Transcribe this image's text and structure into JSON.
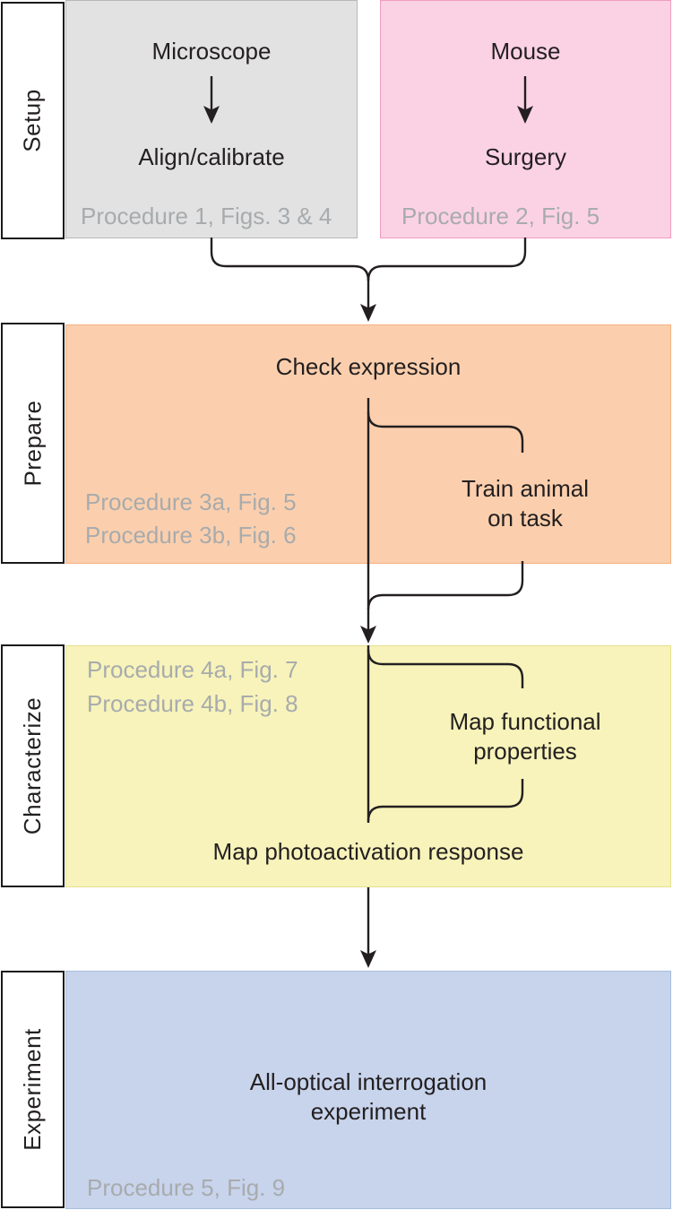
{
  "setup": {
    "label": "Setup",
    "gray_box": {
      "top": "Microscope",
      "bottom": "Align/calibrate",
      "procedure": "Procedure 1, Figs. 3 & 4"
    },
    "pink_box": {
      "top": "Mouse",
      "bottom": "Surgery",
      "procedure": "Procedure 2, Fig. 5"
    }
  },
  "prepare": {
    "label": "Prepare",
    "check_expression": "Check expression",
    "train_animal": {
      "line1": "Train animal",
      "line2": "on task"
    },
    "procedures": [
      "Procedure 3a, Fig. 5",
      "Procedure 3b, Fig. 6"
    ]
  },
  "characterize": {
    "label": "Characterize",
    "procedures": [
      "Procedure 4a, Fig. 7",
      "Procedure 4b, Fig. 8"
    ],
    "map_functional": {
      "line1": "Map functional",
      "line2": "properties"
    },
    "map_photoactivation": "Map photoactivation response"
  },
  "experiment": {
    "label": "Experiment",
    "title": {
      "line1": "All-optical interrogation",
      "line2": "experiment"
    },
    "procedure": "Procedure 5, Fig. 9"
  },
  "colors": {
    "gray_box_fill": "#e2e2e3",
    "gray_box_border": "#b5b7b9",
    "pink_box_fill": "#fbd2e4",
    "pink_box_border": "#ef9cc1",
    "orange_box_fill": "#fbcfad",
    "orange_box_border": "#f3b183",
    "yellow_box_fill": "#f7f3ba",
    "yellow_box_border": "#e6e08e",
    "blue_box_fill": "#c8d4ec",
    "blue_box_border": "#a6bede",
    "procedure_text": "#a8abad",
    "line_and_text": "#231f20",
    "label_box_fill": "#ffffff",
    "label_box_border": "#1a1a1a"
  }
}
